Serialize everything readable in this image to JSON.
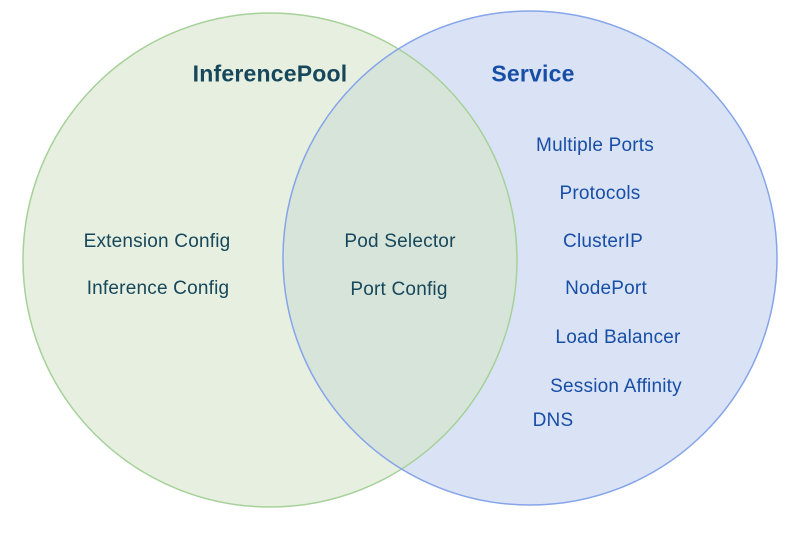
{
  "diagram": {
    "type": "venn",
    "background_color": "#ffffff",
    "left_set": {
      "title": "InferencePool",
      "items": [
        "Extension Config",
        "Inference Config"
      ],
      "fill": "#e6efe0",
      "stroke": "#a6d199",
      "text_color": "#17475a"
    },
    "right_set": {
      "title": "Service",
      "items": [
        "Multiple Ports",
        "Protocols",
        "ClusterIP",
        "NodePort",
        "Load Balancer",
        "Session Affinity",
        "DNS"
      ],
      "fill": "#dae3f5",
      "stroke": "#85a4e9",
      "text_color": "#174ea6"
    },
    "overlap": {
      "items": [
        "Pod Selector",
        "Port Config"
      ],
      "fill": "#d7e4da",
      "text_color": "#17475a"
    }
  }
}
